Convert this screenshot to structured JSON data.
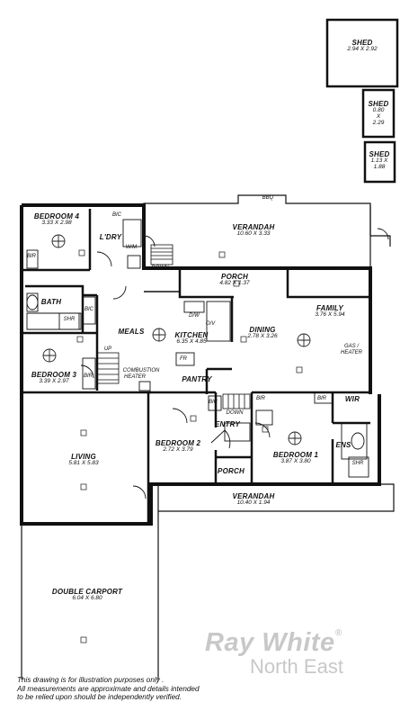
{
  "rooms": {
    "shed1": {
      "name": "SHED",
      "dims": "2.94 X 2.92"
    },
    "shed2": {
      "name": "SHED",
      "dims_a": "0.80",
      "dims_b": "X",
      "dims_c": "2.29"
    },
    "shed3": {
      "name": "SHED",
      "dims_a": "1.13 X",
      "dims_b": "1.88"
    },
    "bedroom4": {
      "name": "BEDROOM 4",
      "dims": "3.33 X 2.98"
    },
    "ldry": {
      "name": "L'DRY"
    },
    "verandah_top": {
      "name": "VERANDAH",
      "dims": "10.60 X 3.33"
    },
    "porch_top": {
      "name": "PORCH",
      "dims": "4.82 X 1.37"
    },
    "bath": {
      "name": "BATH"
    },
    "meals": {
      "name": "MEALS"
    },
    "kitchen": {
      "name": "KITCHEN",
      "dims": "6.35 X 4.85"
    },
    "dining": {
      "name": "DINING",
      "dims": "2.78 X 3.26"
    },
    "family": {
      "name": "FAMILY",
      "dims": "3.76 X 5.94"
    },
    "bedroom3": {
      "name": "BEDROOM 3",
      "dims": "3.39 X 2.97"
    },
    "pantry": {
      "name": "PANTRY"
    },
    "entry": {
      "name": "ENTRY"
    },
    "wir": {
      "name": "WIR"
    },
    "ens": {
      "name": "ENS"
    },
    "living": {
      "name": "LIVING",
      "dims": "5.81 X 5.83"
    },
    "bedroom2": {
      "name": "BEDROOM 2",
      "dims": "2.72 X 3.79"
    },
    "bedroom1": {
      "name": "BEDROOM 1",
      "dims": "3.87 X 3.80"
    },
    "porch_bottom": {
      "name": "PORCH"
    },
    "verandah_bottom": {
      "name": "VERANDAH",
      "dims": "10.40 X 1.94"
    },
    "carport": {
      "name": "DOUBLE CARPORT",
      "dims": "6.04 X 6.80"
    }
  },
  "fixtures": {
    "bbq": "BBQ",
    "bic1": "BIC",
    "bic2": "BIC",
    "bic3": "BIC",
    "bir1": "BIR",
    "bir2": "BIR",
    "bir3": "BIR",
    "bir4": "BIR",
    "wm": "W/M",
    "down1": "DOWN",
    "down2": "DOWN",
    "up": "UP",
    "shr1": "SHR",
    "shr2": "SHR",
    "dw": "D/W",
    "ov": "O/V",
    "fr": "FR",
    "combustion1": "COMBUSTION",
    "combustion2": "HEATER",
    "gas1": "GAS /",
    "gas2": "HEATER"
  },
  "disclaimer": {
    "line1": "This drawing is for illustration purposes only .",
    "line2": "All measurements are approximate and details intended",
    "line3": "to be relied upon should be independently verified."
  },
  "branding": {
    "line1": "Ray White",
    "mark": "®",
    "line2": "North East"
  }
}
